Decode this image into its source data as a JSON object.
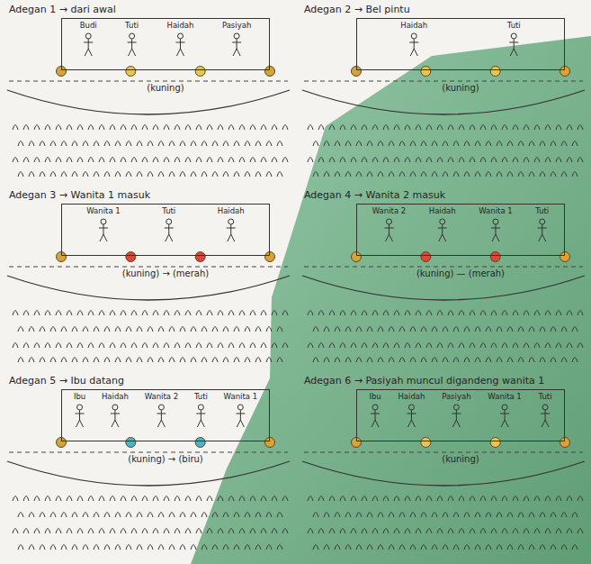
{
  "diagram": {
    "nodes": [
      {
        "text": [
          "Adegan 1 → dari awal",
          "(kuning)"
        ]
      },
      {
        "text": [
          "Budi",
          "Tuti",
          "Haidah",
          "Pasiyah"
        ],
        "in": 0
      },
      {
        "text": [
          "Adegan 2 → Bel pintu",
          "(kuning)"
        ]
      },
      {
        "text": [
          "Haidah",
          "Tuti"
        ],
        "in": 2
      },
      {
        "text": [
          "Adegan 3 → Wanita 1 masuk",
          "(kuning) → (merah)"
        ]
      },
      {
        "text": [
          "Wanita 1",
          "Tuti",
          "Haidah"
        ],
        "in": 4
      },
      {
        "text": [
          "Adegan 4 → Wanita 2 masuk",
          "(kuning) — (merah)"
        ]
      },
      {
        "text": [
          "Wanita 2",
          "Haidah",
          "Wanita 1",
          "Tuti"
        ],
        "in": 6
      },
      {
        "text": [
          "Adegan 5 → Ibu datang",
          "(kuning) → (biru)"
        ]
      },
      {
        "text": [
          "Ibu",
          "Haidah",
          "Wanita 2",
          "Tuti",
          "Wanita 1"
        ],
        "in": 8
      },
      {
        "text": [
          "Adegan 6 → Pasiyah muncul digandeng wanita 1",
          "(kuning)"
        ]
      },
      {
        "text": [
          "Ibu",
          "Haidah",
          "Pasiyah",
          "Wanita 1",
          "Tuti"
        ],
        "in": 10
      }
    ]
  }
}
